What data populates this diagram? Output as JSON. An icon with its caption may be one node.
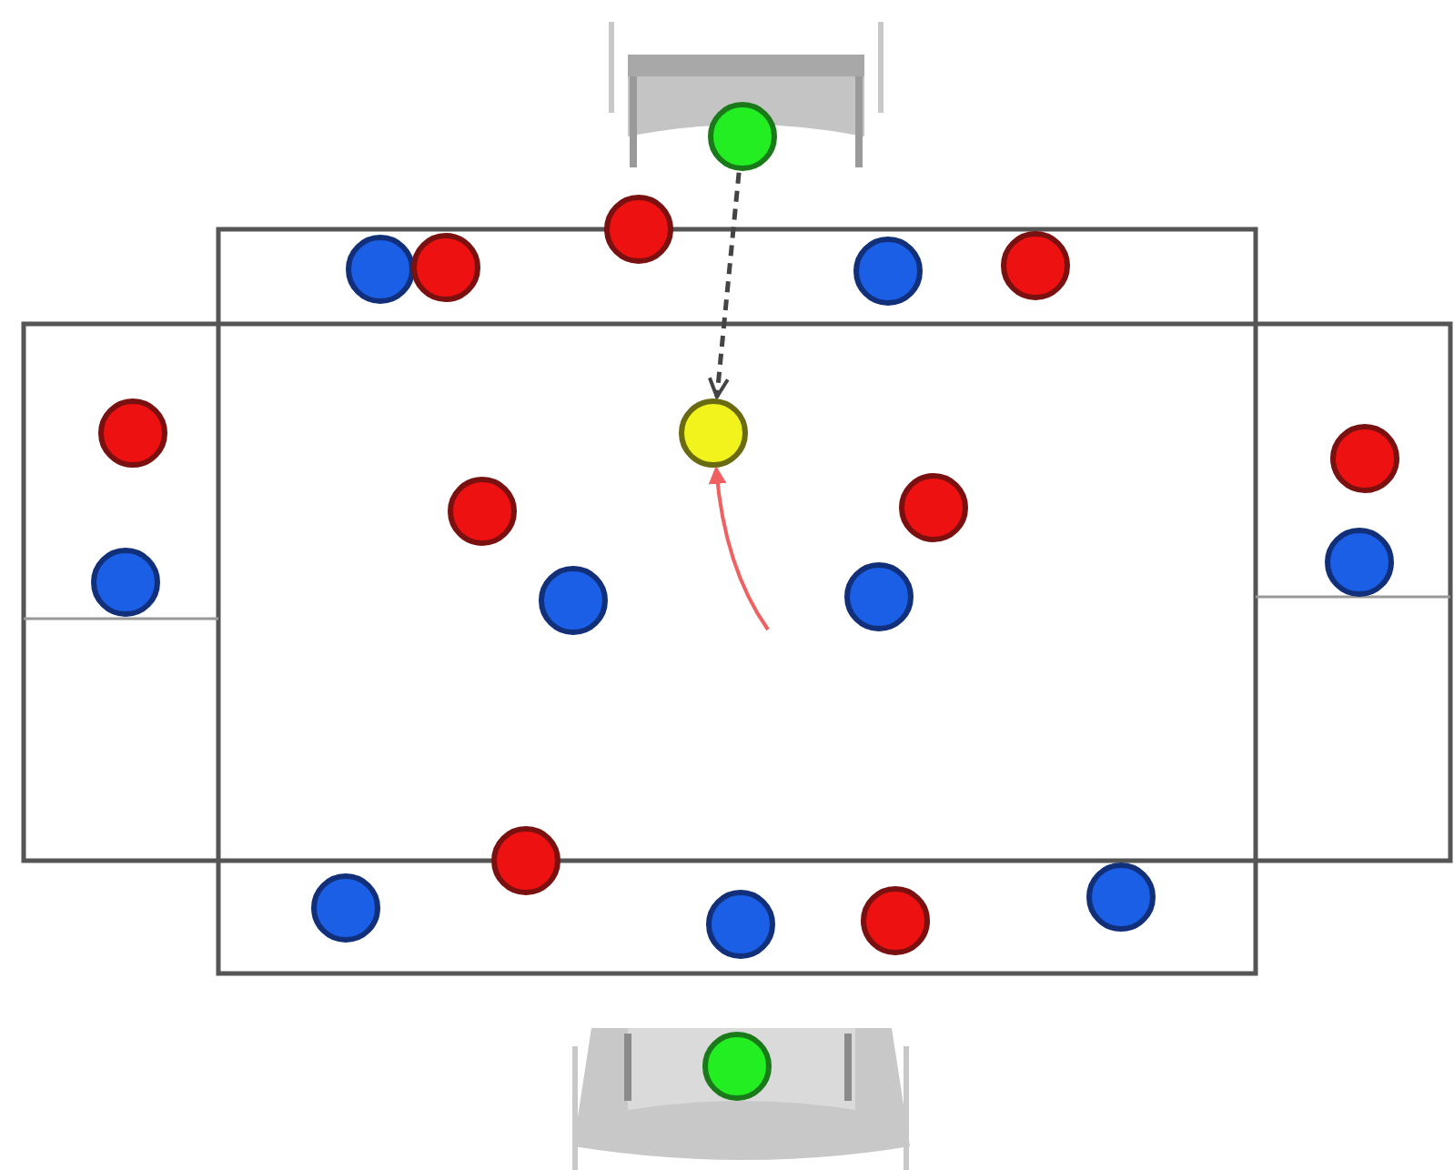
{
  "diagram": {
    "nodes": [
      {
        "text": [],
        "shape": "circle"
      },
      {
        "text": [],
        "shape": "circle"
      },
      {
        "text": [],
        "shape": "circle"
      },
      {
        "text": [],
        "shape": "circle"
      },
      {
        "text": [],
        "shape": "circle"
      },
      {
        "text": [],
        "shape": "circle"
      },
      {
        "text": [],
        "shape": "circle"
      },
      {
        "text": [],
        "shape": "circle"
      },
      {
        "text": [],
        "shape": "circle"
      },
      {
        "text": [],
        "shape": "circle"
      },
      {
        "text": [],
        "shape": "circle"
      },
      {
        "text": [],
        "shape": "circle"
      },
      {
        "text": [],
        "shape": "circle"
      },
      {
        "text": [],
        "shape": "circle"
      },
      {
        "text": [],
        "shape": "circle"
      },
      {
        "text": [],
        "shape": "circle"
      },
      {
        "text": [],
        "shape": "circle"
      },
      {
        "text": [],
        "shape": "circle"
      },
      {
        "text": [],
        "shape": "circle"
      },
      {
        "text": [],
        "shape": "circle"
      },
      {
        "text": [],
        "shape": "circle"
      }
    ],
    "edges": [
      {
        "from": 0,
        "to": 6,
        "arrow": "to",
        "style": "dashed"
      },
      {
        "from": null,
        "to": 6,
        "arrow": "to",
        "color": "#f06060"
      }
    ]
  }
}
